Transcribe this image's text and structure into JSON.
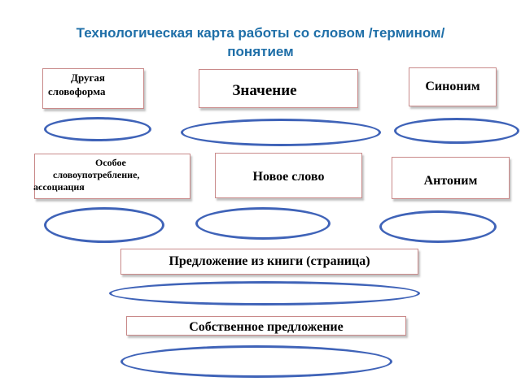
{
  "title": {
    "line1": "Технологическая карта работы со словом /термином/",
    "line2": "понятием"
  },
  "boxes": {
    "drugaya_line1": "Другая",
    "drugaya_line2": "словоформа",
    "znachenie": "Значение",
    "sinonim": "Синоним",
    "osoboe_line1": "Особое",
    "osoboe_line2": "словоупотребление,",
    "osoboe_line3": "ассоциация",
    "novoe_slovo": "Новое слово",
    "antonim": "Антоним",
    "predlozhenie_kniga": "Предложение из книги (страница)",
    "sobstvennoe": "Собственное предложение"
  },
  "colors": {
    "title": "#1f6fa8",
    "oval_border": "#3f63b8",
    "box_border": "#c98a8a"
  }
}
